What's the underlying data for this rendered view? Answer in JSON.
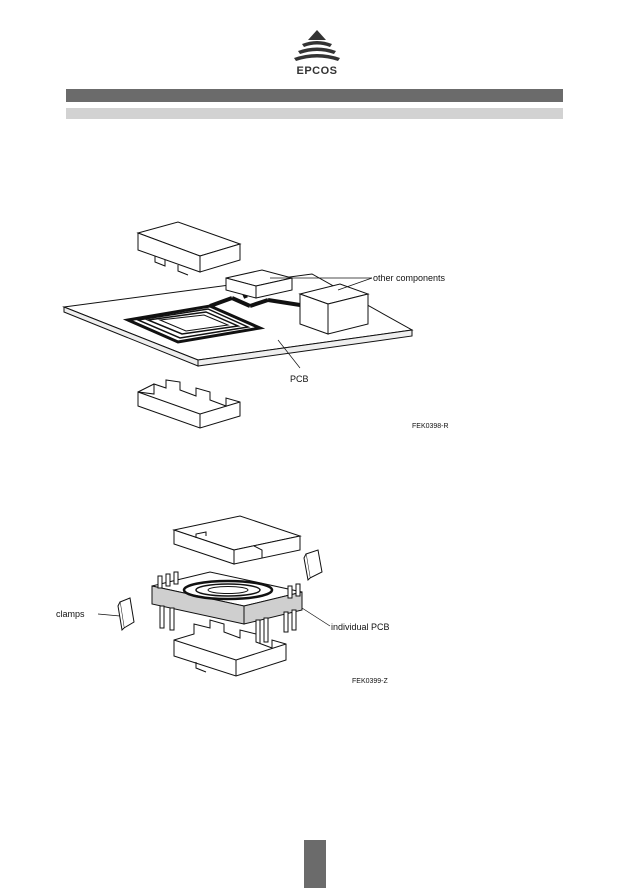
{
  "header": {
    "logo_text": "EPCOS"
  },
  "figure1": {
    "labels": {
      "other_components": "other components",
      "pcb": "PCB"
    },
    "code": "FEK0398-R"
  },
  "figure2": {
    "labels": {
      "clamps": "clamps",
      "individual_pcb": "individual PCB"
    },
    "code": "FEK0399-Z"
  }
}
